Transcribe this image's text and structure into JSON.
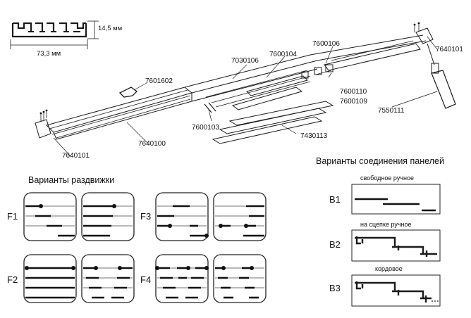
{
  "profile": {
    "height_label": "14,5 мм",
    "width_label": "73,3 мм"
  },
  "parts": {
    "p7601602": "7601602",
    "p7030106": "7030106",
    "p7600104": "7600104",
    "p7600106": "7600106",
    "p7640101_right": "7640101",
    "p7600110": "7600110",
    "p7600109": "7600109",
    "p7550111": "7550111",
    "p7600103": "7600103",
    "p7430113": "7430113",
    "p7640100": "7640100",
    "p7640101_left": "7640101"
  },
  "sliding": {
    "heading": "Варианты раздвижки",
    "labels": [
      "F1",
      "F2",
      "F3",
      "F4"
    ]
  },
  "joining": {
    "heading": "Варианты соединения панелей",
    "labels": [
      "B1",
      "B2",
      "B3"
    ],
    "captions": [
      "свободное ручное",
      "на сцепке ручное",
      "кордовое"
    ]
  }
}
